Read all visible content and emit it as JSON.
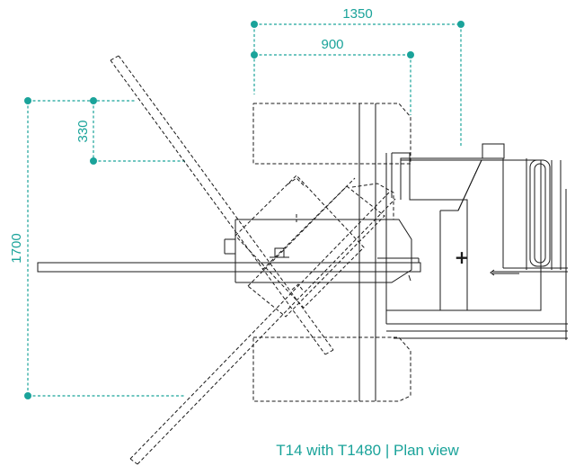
{
  "colors": {
    "accent": "#1aa39a",
    "line": "#1a1a1a"
  },
  "dimensions": {
    "d1350": "1350",
    "d900": "900",
    "d330": "330",
    "d1700": "1700"
  },
  "caption": "T14 with T1480 | Plan view",
  "center_mark": "+"
}
